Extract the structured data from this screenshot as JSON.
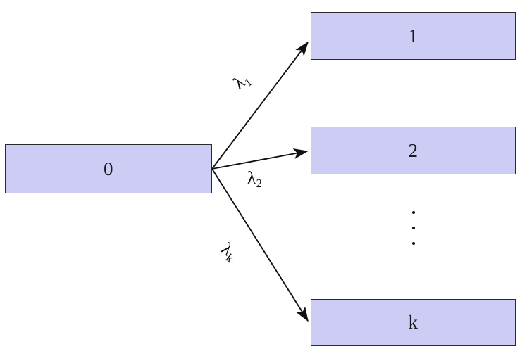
{
  "diagram": {
    "title": "branching-transition-diagram",
    "background_color": "#ffffff",
    "node_fill_color": "#ccccf5",
    "node_border_color": "#2b2b2b",
    "edge_color": "#111111",
    "nodes": [
      {
        "id": "node-0",
        "label": "0"
      },
      {
        "id": "node-1",
        "label": "1"
      },
      {
        "id": "node-2",
        "label": "2"
      },
      {
        "id": "node-k",
        "label": "k"
      }
    ],
    "edges": [
      {
        "id": "edge-1",
        "from": "node-0",
        "to": "node-1",
        "symbol": "λ",
        "subscript": "1"
      },
      {
        "id": "edge-2",
        "from": "node-0",
        "to": "node-2",
        "symbol": "λ",
        "subscript": "2"
      },
      {
        "id": "edge-k",
        "from": "node-0",
        "to": "node-k",
        "symbol": "λ",
        "subscript": "k"
      }
    ],
    "ellipsis": {
      "name": "vertical-ellipsis",
      "glyph": "⋮",
      "dot_count": 3
    }
  }
}
